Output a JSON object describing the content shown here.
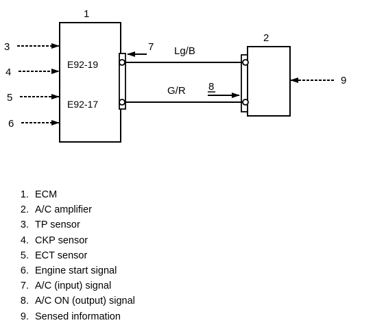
{
  "diagram": {
    "components": [
      {
        "id": "1",
        "label": "1"
      },
      {
        "id": "2",
        "label": "2"
      }
    ],
    "ecm_terminals": [
      "E92-19",
      "E92-17"
    ],
    "inputs": [
      "3",
      "4",
      "5",
      "6"
    ],
    "callouts": {
      "input_signal": "7",
      "output_signal": "8",
      "sensed_info": "9"
    },
    "wires": [
      {
        "color_code": "Lg/B"
      },
      {
        "color_code": "G/R"
      }
    ]
  },
  "legend": [
    {
      "num": "1.",
      "text": "ECM"
    },
    {
      "num": "2.",
      "text": "A/C amplifier"
    },
    {
      "num": "3.",
      "text": "TP sensor"
    },
    {
      "num": "4.",
      "text": "CKP sensor"
    },
    {
      "num": "5.",
      "text": "ECT sensor"
    },
    {
      "num": "6.",
      "text": "Engine start signal"
    },
    {
      "num": "7.",
      "text": "A/C (input) signal"
    },
    {
      "num": "8.",
      "text": "A/C ON (output) signal"
    },
    {
      "num": "9.",
      "text": "Sensed information"
    }
  ]
}
